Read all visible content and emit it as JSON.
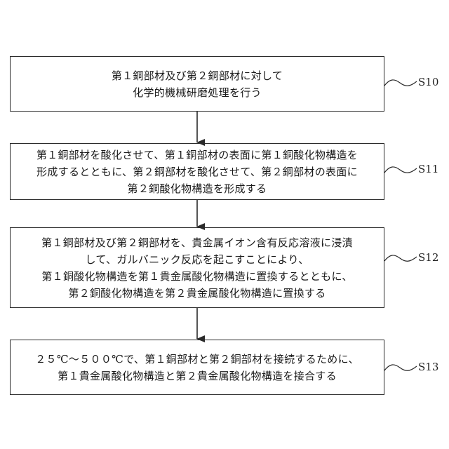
{
  "steps": [
    {
      "id": "S10",
      "lines": [
        "第１銅部材及び第２銅部材に対して",
        "化学的機械研磨処理を行う"
      ]
    },
    {
      "id": "S11",
      "lines": [
        "第１銅部材を酸化させて、第１銅部材の表面に第１銅酸化物構造を",
        "形成するとともに、第２銅部材を酸化させて、第２銅部材の表面に",
        "第２銅酸化物構造を形成する"
      ]
    },
    {
      "id": "S12",
      "lines": [
        "第１銅部材及び第２銅部材を、貴金属イオン含有反応溶液に浸漬",
        "して、ガルバニック反応を起こすことにより、",
        "第１銅酸化物構造を第１貴金属酸化物構造に置換するとともに、",
        "第２銅酸化物構造を第２貴金属酸化物構造に置換する"
      ]
    },
    {
      "id": "S13",
      "lines": [
        "２５℃～５００℃で、第１銅部材と第２銅部材を接続するために、",
        "第１貴金属酸化物構造と第２貴金属酸化物構造を接合する"
      ]
    }
  ]
}
